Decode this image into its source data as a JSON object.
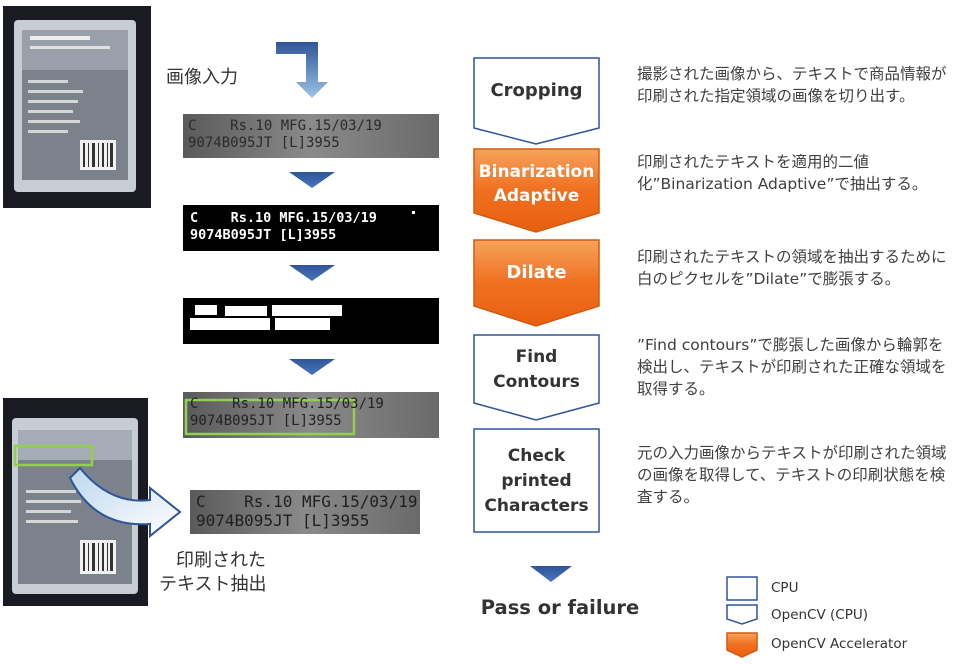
{
  "labels": {
    "image_input": "画像入力",
    "extracted_text": [
      "印刷された",
      "テキスト抽出"
    ]
  },
  "strips": {
    "line1": "C    Rs.10 MFG.15/03/19",
    "line2": "9074B095JT [L]3955"
  },
  "steps": [
    {
      "label_lines": [
        "Cropping"
      ],
      "type": "opencv-cpu",
      "description": "撮影された画像から、テキストで商品情報が印刷された指定領域の画像を切り出す。"
    },
    {
      "label_lines": [
        "Binarization",
        "Adaptive"
      ],
      "type": "opencv-accelerator",
      "description": "印刷されたテキストを適用的二値化”Binarization Adaptive”で抽出する。"
    },
    {
      "label_lines": [
        "Dilate"
      ],
      "type": "opencv-accelerator",
      "description": "印刷されたテキストの領域を抽出するために白のピクセルを”Dilate”で膨張する。"
    },
    {
      "label_lines": [
        "Find",
        "Contours"
      ],
      "type": "opencv-cpu",
      "description": "”Find contours”で膨張した画像から輪郭を検出し、テキストが印刷された正確な領域を取得する。"
    },
    {
      "label_lines": [
        "Check",
        "printed",
        "Characters"
      ],
      "type": "cpu",
      "description": "元の入力画像からテキストが印刷された領域の画像を取得して、テキストの印刷状態を検査する。"
    }
  ],
  "result": "Pass or failure",
  "legend": [
    {
      "label": "CPU",
      "shape": "rectangle"
    },
    {
      "label": "OpenCV (CPU)",
      "shape": "pentagon-down"
    },
    {
      "label": "OpenCV Accelerator",
      "shape": "pentagon-down-orange"
    }
  ],
  "colors": {
    "box_border": "#2f5597",
    "accelerator_orange": "#f07020",
    "accelerator_light": "#f8a060",
    "arrow_blue": "#2f5597",
    "highlight_green": "#92d050"
  }
}
